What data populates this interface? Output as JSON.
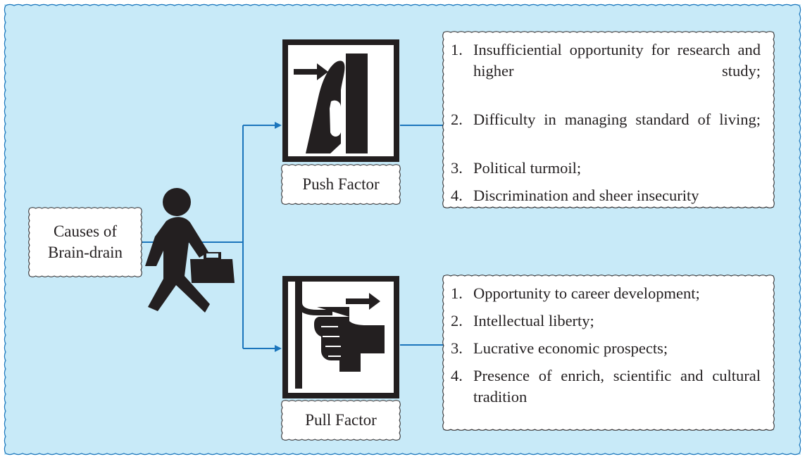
{
  "colors": {
    "background": "#c8eaf8",
    "border": "#1b75bc",
    "connector": "#1b75bc",
    "box_fill": "#ffffff",
    "icon": "#231f20"
  },
  "center": {
    "line1": "Causes of",
    "line2": "Brain-drain"
  },
  "push": {
    "label": "Push Factor",
    "icon": "push-hand-icon",
    "items": [
      {
        "num": "1.",
        "text": "Insufficiential opportunity for research and higher study;"
      },
      {
        "num": "2.",
        "text": "Difficulty in managing standard of living;"
      },
      {
        "num": "3.",
        "text": "Political turmoil;"
      },
      {
        "num": "4.",
        "text": "Discrimination and sheer insecurity"
      }
    ]
  },
  "pull": {
    "label": "Pull Factor",
    "icon": "pull-hand-icon",
    "items": [
      {
        "num": "1.",
        "text": "Opportunity to career development;"
      },
      {
        "num": "2.",
        "text": "Intellectual liberty;"
      },
      {
        "num": "3.",
        "text": "Lucrative economic prospects;"
      },
      {
        "num": "4.",
        "text": "Presence of enrich, scientific and cultural tradition"
      }
    ]
  },
  "traveler_icon": "walking-man-with-briefcase-icon"
}
